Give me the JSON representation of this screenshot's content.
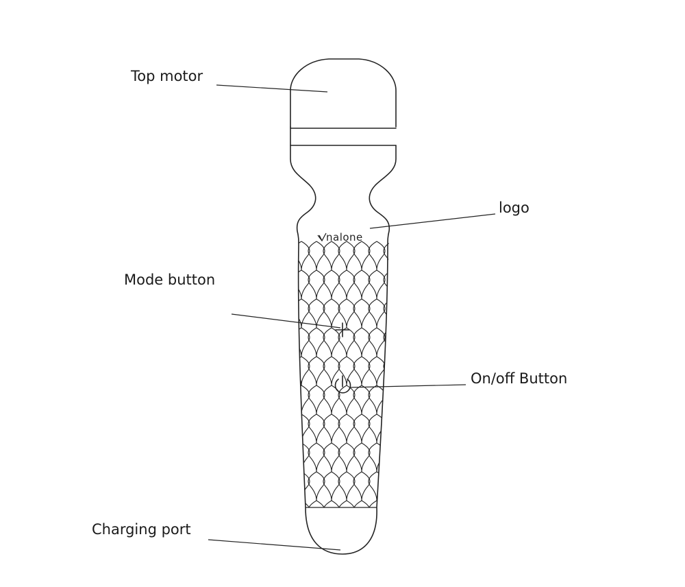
{
  "labels": {
    "top_motor": "Top motor",
    "logo": "logo",
    "mode_button": "Mode button",
    "on_off_button": "On/off Button",
    "charging_port": "Charging port"
  },
  "device": {
    "logo_text": "nalone"
  }
}
